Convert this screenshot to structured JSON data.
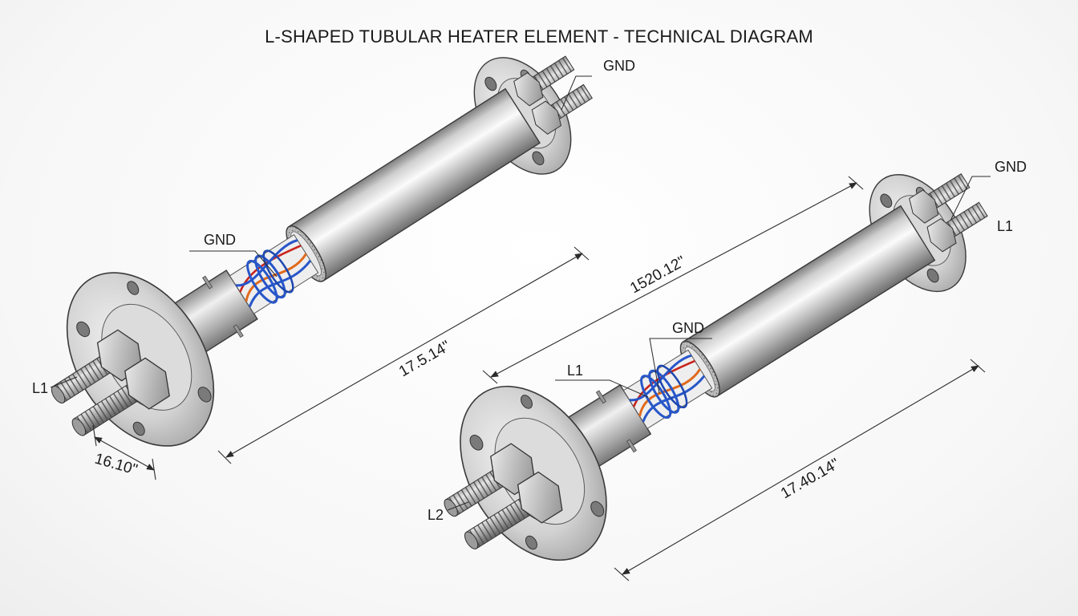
{
  "title": "L-SHAPED TUBULAR HEATER ELEMENT - TECHNICAL DIAGRAM",
  "heater_a": {
    "label_gnd_top": "GND",
    "label_gnd_side": "GND",
    "label_l1": "L1",
    "dim_length": "17.5.14\"",
    "dim_flange": "16.10\""
  },
  "heater_b": {
    "label_gnd_top": "GND",
    "label_l1_top": "L1",
    "label_gnd_side": "GND",
    "label_l1_side": "L1",
    "label_l2": "L2",
    "dim_upper": "1520.12\"",
    "dim_lower": "17.40.14\""
  },
  "colors": {
    "steel_light": "#f2f2f2",
    "steel_mid": "#c4c4c4",
    "steel_dark": "#8a8a8a",
    "wire_blue": "#2756c9",
    "wire_orange": "#e06a1c",
    "wire_red": "#c8241c",
    "line": "#2b2b2b"
  }
}
